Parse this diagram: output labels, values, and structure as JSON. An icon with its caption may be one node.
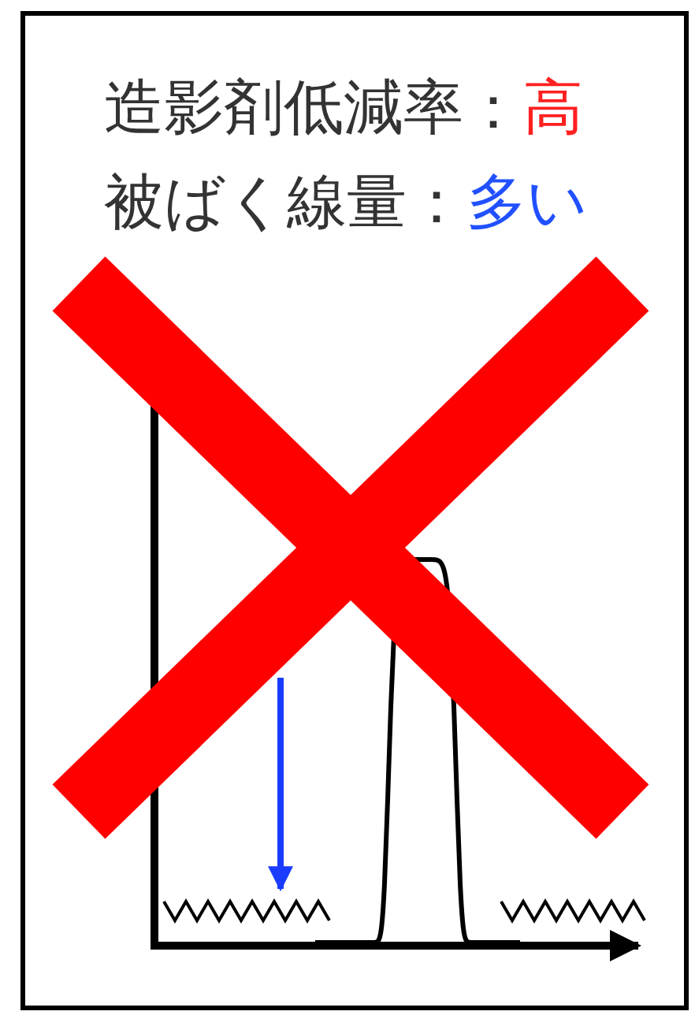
{
  "diagram": {
    "labels": [
      "造影剤低減率：",
      "高",
      "被ばく線量：",
      "多い"
    ]
  }
}
